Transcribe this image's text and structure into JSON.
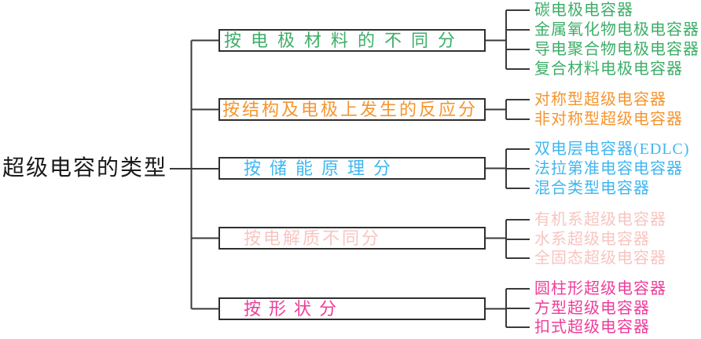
{
  "diagram": {
    "root_label": "超级电容的类型",
    "line_color": "#3a3a3a",
    "groups": [
      {
        "label": "按电极材料的不同分",
        "color": "#3dae68",
        "leaves": [
          "碳电极电容器",
          "金属氧化物电极电容器",
          "导电聚合物电极电容器",
          "复合材料电极电容器"
        ]
      },
      {
        "label": "按结构及电极上发生的反应分",
        "color": "#f6952f",
        "leaves": [
          "对称型超级电容器",
          "非对称型超级电容器"
        ]
      },
      {
        "label": "按储能原理分",
        "color": "#40b6f0",
        "leaves": [
          "双电层电容器(EDLC)",
          "法拉第准电容电容器",
          "混合类型电容器"
        ]
      },
      {
        "label": "按电解质不同分",
        "color": "#f8c5c1",
        "leaves": [
          "有机系超级电容器",
          "水系超级电容器",
          "全固态超级电容器"
        ]
      },
      {
        "label": "按形状分",
        "color": "#ef3d9a",
        "leaves": [
          "圆柱形超级电容器",
          "方型超级电容器",
          "扣式超级电容器"
        ]
      }
    ]
  }
}
